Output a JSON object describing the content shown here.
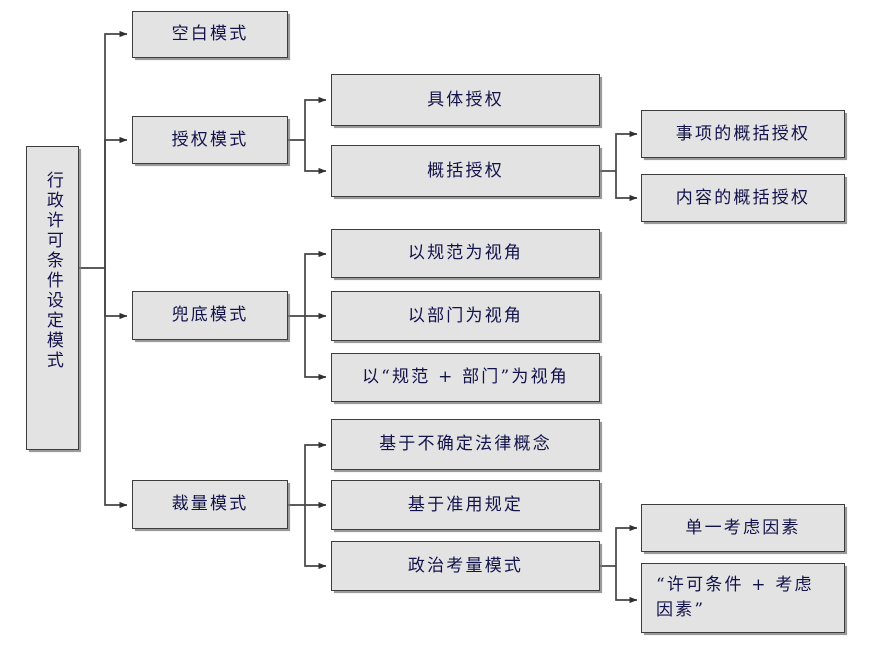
{
  "diagram": {
    "title": "行政许可条件设定模式",
    "type": "tree-flowchart",
    "colors": {
      "node_fill": "#e3e3e3",
      "node_border": "#3d3d3d",
      "text": "#12124a",
      "edge": "#404040",
      "background": "#ffffff"
    },
    "nodes": {
      "root": {
        "label": "行政许可条件设定模式"
      },
      "level2": [
        {
          "id": "blank",
          "label": "空白模式"
        },
        {
          "id": "authorize",
          "label": "授权模式"
        },
        {
          "id": "catchall",
          "label": "兜底模式"
        },
        {
          "id": "discretion",
          "label": "裁量模式"
        }
      ],
      "level3": [
        {
          "id": "specific-auth",
          "parent": "authorize",
          "label": "具体授权"
        },
        {
          "id": "general-auth",
          "parent": "authorize",
          "label": "概括授权"
        },
        {
          "id": "norm-view",
          "parent": "catchall",
          "label": "以规范为视角"
        },
        {
          "id": "dept-view",
          "parent": "catchall",
          "label": "以部门为视角"
        },
        {
          "id": "norm-dept-view",
          "parent": "catchall",
          "label": "以“规范 + 部门”为视角"
        },
        {
          "id": "indeterminate-concept",
          "parent": "discretion",
          "label": "基于不确定法律概念"
        },
        {
          "id": "mutatis-rule",
          "parent": "discretion",
          "label": "基于准用规定"
        },
        {
          "id": "political-consideration",
          "parent": "discretion",
          "label": "政治考量模式"
        }
      ],
      "level4": [
        {
          "id": "matter-general-auth",
          "parent": "general-auth",
          "label": "事项的概括授权"
        },
        {
          "id": "content-general-auth",
          "parent": "general-auth",
          "label": "内容的概括授权"
        },
        {
          "id": "single-factor",
          "parent": "political-consideration",
          "label": "单一考虑因素"
        },
        {
          "id": "condition-plus-factor",
          "parent": "political-consideration",
          "label": "“许可条件 + 考虑\n因素”"
        }
      ]
    }
  }
}
